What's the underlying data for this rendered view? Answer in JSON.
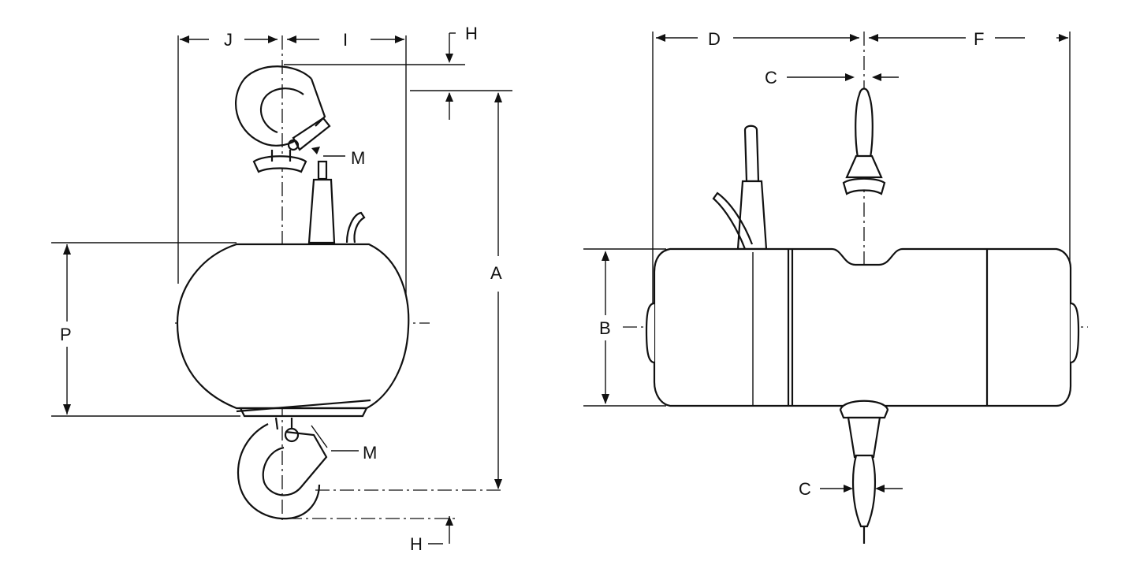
{
  "colors": {
    "ink": "#111111",
    "background": "#ffffff"
  },
  "labels": {
    "A": "A",
    "B": "B",
    "C_top": "C",
    "C_bottom": "C",
    "D": "D",
    "F": "F",
    "H_top": "H",
    "H_bottom": "H",
    "I": "I",
    "J": "J",
    "M_top": "M",
    "M_bottom": "M",
    "P": "P"
  }
}
